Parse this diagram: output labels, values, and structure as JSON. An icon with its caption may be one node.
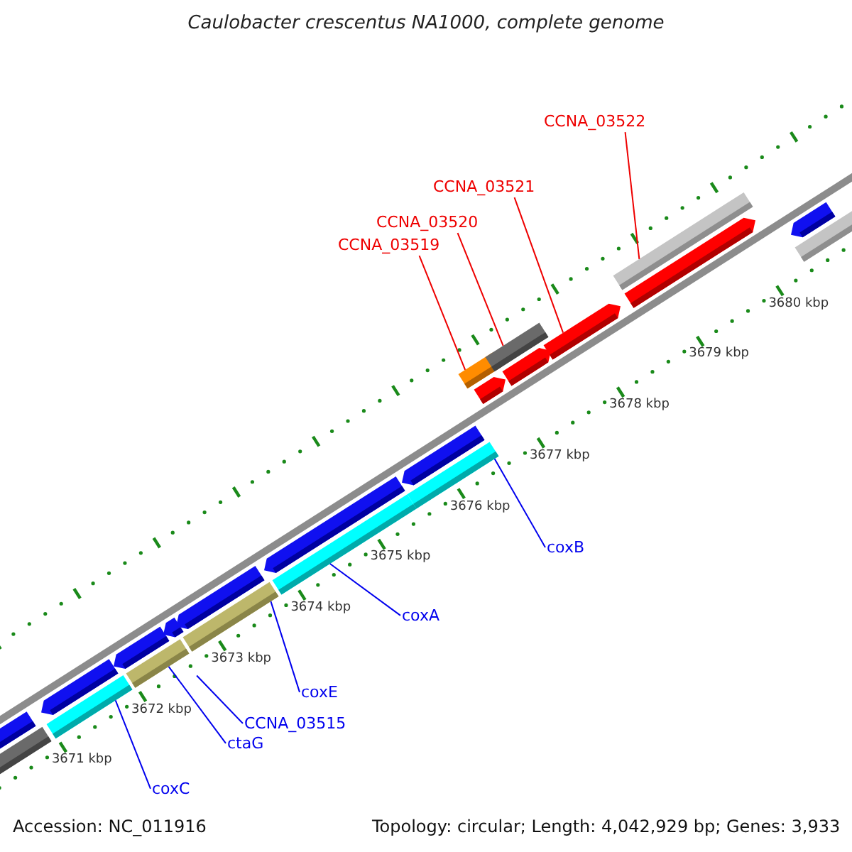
{
  "diagram": {
    "title": "Caulobacter crescentus NA1000, complete genome",
    "nodes": [
      {
        "text": [
          "CCNA_03522"
        ]
      },
      {
        "text": [
          "CCNA_03521"
        ]
      },
      {
        "text": [
          "CCNA_03520"
        ]
      },
      {
        "text": [
          "CCNA_03519"
        ]
      },
      {
        "text": [
          "coxB"
        ]
      },
      {
        "text": [
          "coxA"
        ]
      },
      {
        "text": [
          "coxE"
        ]
      },
      {
        "text": [
          "CCNA_03515"
        ]
      },
      {
        "text": [
          "ctaG"
        ]
      },
      {
        "text": [
          "coxC"
        ]
      },
      {
        "text": [],
        "shape": "box"
      },
      {
        "text": [],
        "shape": "box"
      },
      {
        "text": [],
        "shape": "box"
      },
      {
        "text": [],
        "shape": "box"
      },
      {
        "text": [],
        "shape": "box"
      },
      {
        "text": [],
        "shape": "box"
      },
      {
        "text": [],
        "shape": "box"
      },
      {
        "text": [],
        "shape": "arrow"
      },
      {
        "text": [],
        "shape": "box"
      }
    ],
    "edges": [
      {
        "from": 0,
        "to": 18,
        "arrow": "none",
        "color": "#ee0000"
      },
      {
        "from": 1,
        "to": 17,
        "arrow": "none",
        "color": "#ee0000"
      },
      {
        "from": 2,
        "to": 16,
        "arrow": "none",
        "color": "#ee0000"
      },
      {
        "from": 3,
        "to": 15,
        "arrow": "none",
        "color": "#ee0000"
      },
      {
        "from": 4,
        "to": 14,
        "arrow": "none"
      },
      {
        "from": 5,
        "to": 13,
        "arrow": "none"
      },
      {
        "from": 6,
        "to": 12,
        "arrow": "none"
      },
      {
        "from": 7,
        "to": null,
        "arrow": "none"
      },
      {
        "from": 8,
        "to": 11,
        "arrow": "none"
      },
      {
        "from": 9,
        "to": 10,
        "arrow": "none"
      }
    ],
    "labels": [
      "3680 kbp",
      "3679 kbp",
      "3678 kbp",
      "3677 kbp",
      "3676 kbp",
      "3675 kbp",
      "3674 kbp",
      "3673 kbp",
      "3672 kbp",
      "3671 kbp",
      "Accession: NC_011916",
      "Topology: circular; Length: 4,042,929 bp; Genes: 3,933"
    ]
  }
}
